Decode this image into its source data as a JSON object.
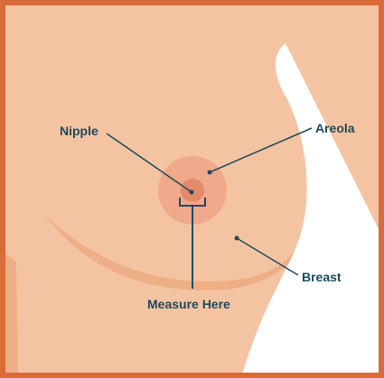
{
  "colors": {
    "frame": "#d96a3a",
    "skin": "#f4c4a2",
    "shadow": "#eeae86",
    "areola": "#f0a98a",
    "nipple": "#e28a6a",
    "leader": "#1f4a5c",
    "background": "#ffffff"
  },
  "labels": {
    "nipple": "Nipple",
    "areola": "Areola",
    "breast": "Breast",
    "measure": "Measure Here"
  }
}
